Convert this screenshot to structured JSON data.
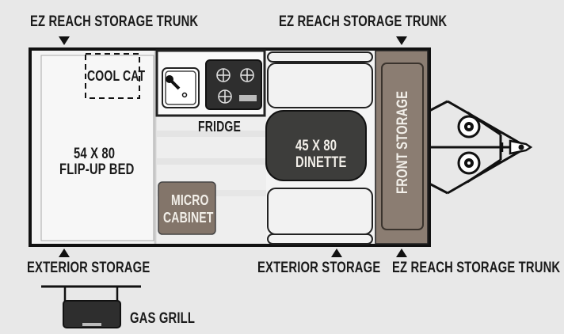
{
  "labels": {
    "top_left_trunk": "EZ REACH STORAGE TRUNK",
    "top_right_trunk": "EZ REACH STORAGE TRUNK",
    "bottom_left_storage": "EXTERIOR STORAGE",
    "bottom_mid_storage": "EXTERIOR STORAGE",
    "bottom_right_trunk": "EZ REACH STORAGE TRUNK",
    "cool_cat": "COOL CAT",
    "fridge": "FRIDGE",
    "bed_size": "54 X 80",
    "bed_name": "FLIP-UP BED",
    "dinette_size": "45 X 80",
    "dinette_name": "DINETTE",
    "micro_line1": "MICRO",
    "micro_line2": "CABINET",
    "front_storage": "FRONT STORAGE",
    "gas_grill": "GAS GRILL"
  },
  "colors": {
    "background": "#e8e8e8",
    "outline": "#111111",
    "floor": "#f3f3f3",
    "dinette": "#3d3d3b",
    "cabinet": "#83756a",
    "front_storage": "#8b7d72",
    "cushion": "#f0f0f0"
  }
}
